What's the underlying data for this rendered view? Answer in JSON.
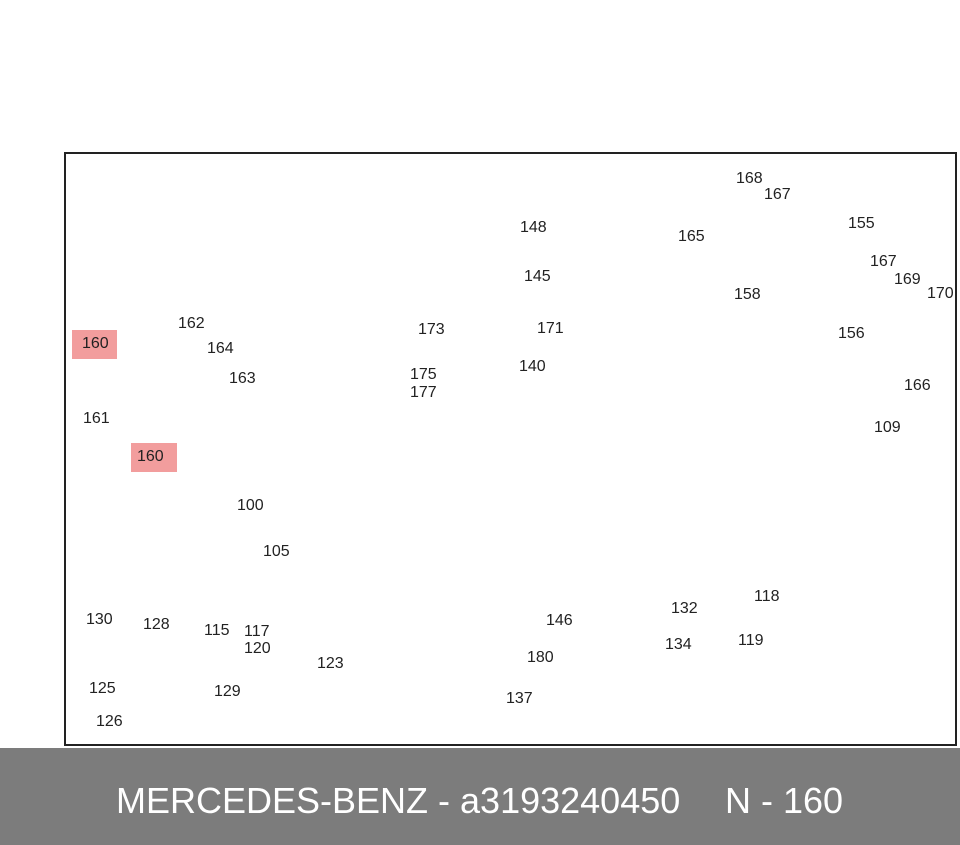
{
  "diagram": {
    "highlight_labels": [
      "160",
      "160"
    ],
    "part_labels": [
      "148",
      "145",
      "171",
      "173",
      "175",
      "177",
      "140",
      "168",
      "167",
      "165",
      "155",
      "158",
      "167",
      "169",
      "170",
      "156",
      "166",
      "162",
      "164",
      "163",
      "161",
      "109",
      "100",
      "105",
      "115",
      "117",
      "120",
      "123",
      "146",
      "180",
      "132",
      "134",
      "118",
      "119",
      "130",
      "128",
      "125",
      "126",
      "129",
      "137"
    ]
  },
  "footer": {
    "brand_part": "MERCEDES-BENZ - a3193240450",
    "position_code": "N - 160"
  },
  "colors": {
    "highlight": "#f08c8c",
    "footer_bg": "#7c7c7c",
    "footer_text": "#ffffff",
    "line": "#222222"
  }
}
